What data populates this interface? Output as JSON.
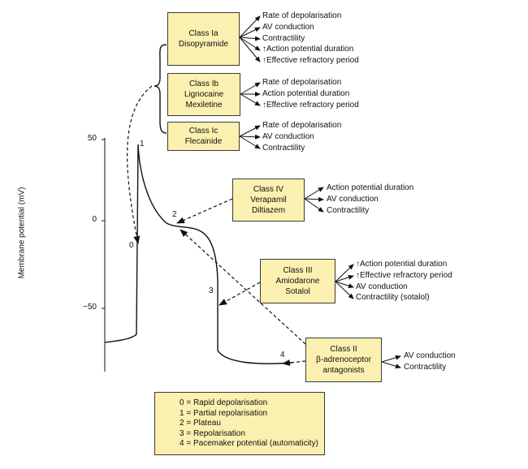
{
  "axis": {
    "ylabel": "Membrane potential (mV)",
    "ticks": [
      "50",
      "0",
      "−50"
    ]
  },
  "phase_labels": [
    "0",
    "1",
    "2",
    "3",
    "4"
  ],
  "classes": {
    "ia": {
      "title": "Class Ia",
      "drugs": [
        "Disopyramide"
      ],
      "effects": [
        "Rate of depolarisation",
        "AV conduction",
        "Contractility",
        "↑Action potential duration",
        "↑Effective refractory period"
      ]
    },
    "ib": {
      "title": "Class Ib",
      "drugs": [
        "Lignocaine",
        "Mexiletine"
      ],
      "effects": [
        "Rate of depolarisation",
        "Action potential duration",
        "↑Effective refractory period"
      ]
    },
    "ic": {
      "title": "Class Ic",
      "drugs": [
        "Flecainide"
      ],
      "effects": [
        "Rate of depolarisation",
        "AV conduction",
        "Contractility"
      ]
    },
    "iv": {
      "title": "Class IV",
      "drugs": [
        "Verapamil",
        "Diltiazem"
      ],
      "effects": [
        "Action potential duration",
        "AV conduction",
        "Contractility"
      ]
    },
    "iii": {
      "title": "Class III",
      "drugs": [
        "Amiodarone",
        "Sotalol"
      ],
      "effects": [
        "↑Action potential duration",
        "↑Effective refractory period",
        "AV conduction",
        "Contractility (sotalol)"
      ]
    },
    "ii": {
      "title": "Class II",
      "drugs": [
        "β-adrenoceptor",
        "antagonists"
      ],
      "effects": [
        "AV conduction",
        "Contractility"
      ]
    }
  },
  "legend": [
    "0 = Rapid depolarisation",
    "1 = Partial repolarisation",
    "2 = Plateau",
    "3 = Repolarisation",
    "4 = Pacemaker potential (automaticity)"
  ]
}
